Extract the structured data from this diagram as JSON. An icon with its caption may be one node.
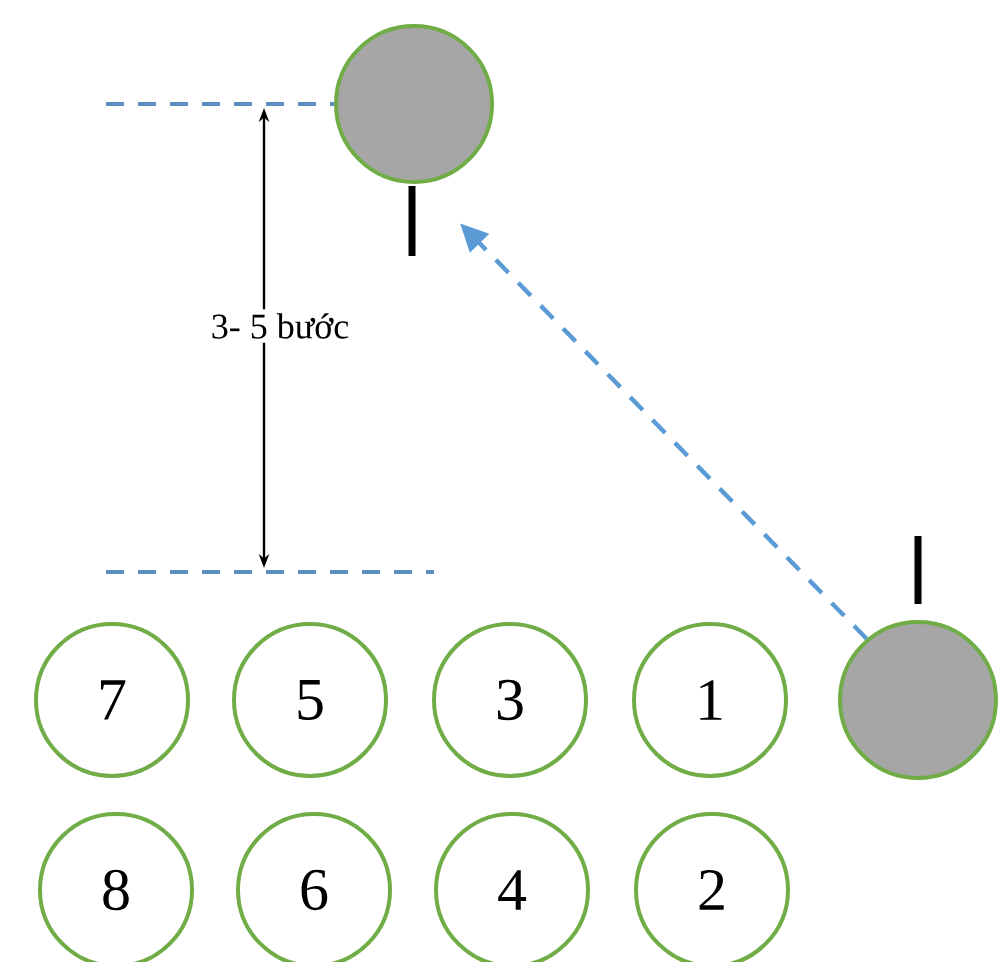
{
  "diagram": {
    "nodes": [
      {
        "text": [],
        "shape": "circle"
      },
      {
        "text": [
          "7"
        ]
      },
      {
        "text": [
          "5"
        ]
      },
      {
        "text": [
          "3"
        ]
      },
      {
        "text": [
          "1"
        ]
      },
      {
        "text": [],
        "shape": "circle"
      },
      {
        "text": [
          "8"
        ]
      },
      {
        "text": [
          "6"
        ]
      },
      {
        "text": [
          "4"
        ]
      },
      {
        "text": [
          "2"
        ]
      }
    ],
    "edges": [
      {
        "from": 5,
        "to": 0,
        "arrow": "to",
        "style": "dashed",
        "color": "#5b9bd5"
      }
    ],
    "labels": [
      "3- 5 bước"
    ]
  }
}
